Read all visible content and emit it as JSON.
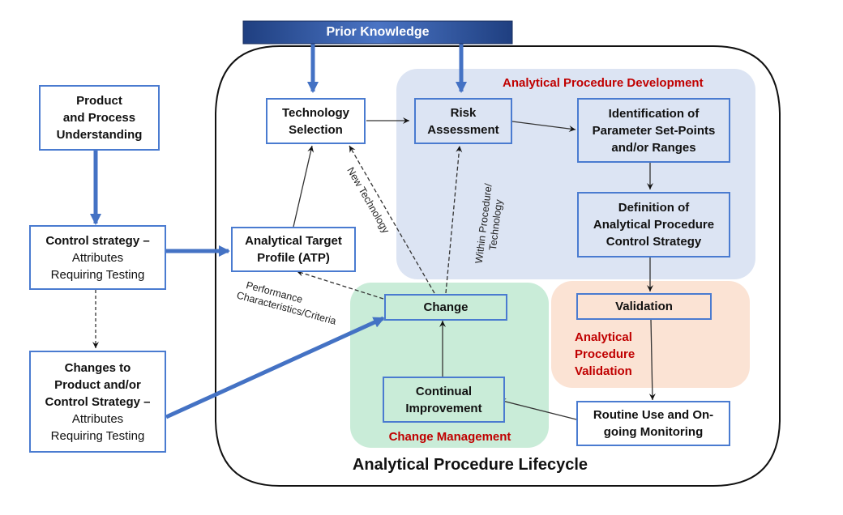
{
  "diagram": {
    "title": "Analytical Procedure Lifecycle",
    "header_bar": "Prior Knowledge",
    "regions": {
      "development": "Analytical Procedure Development",
      "validation": [
        "Analytical",
        "Procedure",
        "Validation"
      ],
      "change_management": "Change Management"
    },
    "boxes": {
      "product_process": [
        "Product",
        "and Process",
        "Understanding"
      ],
      "control_strategy": {
        "bold": "Control strategy –",
        "lines": [
          "Attributes",
          "Requiring Testing"
        ]
      },
      "changes_to_product": {
        "bold": [
          "Changes to",
          "Product and/or",
          "Control Strategy –"
        ],
        "lines": [
          "Attributes",
          "Requiring Testing"
        ]
      },
      "technology_selection": [
        "Technology",
        "Selection"
      ],
      "risk_assessment": [
        "Risk",
        "Assessment"
      ],
      "identification": [
        "Identification of",
        "Parameter Set-Points",
        "and/or Ranges"
      ],
      "definition": [
        "Definition of",
        "Analytical Procedure",
        "Control Strategy"
      ],
      "atp": [
        "Analytical Target",
        "Profile (ATP)"
      ],
      "change": "Change",
      "validation": "Validation",
      "continual_improvement": [
        "Continual",
        "Improvement"
      ],
      "routine_use": [
        "Routine Use and On-",
        "going Monitoring"
      ]
    },
    "annotations": {
      "new_technology": "New Technology",
      "within_procedure": [
        "Within Procedure/",
        "Technology"
      ],
      "performance": [
        "Performance",
        "Characteristics/Criteria"
      ]
    },
    "colors": {
      "box_border": "#4a7bd0",
      "thick_arrow": "#4472c4",
      "region_development": "#dce4f3",
      "region_change": "#c9ecd8",
      "region_validation": "#fbe3d4",
      "label_red": "#c00000",
      "header_bar": "#2f5597"
    }
  }
}
